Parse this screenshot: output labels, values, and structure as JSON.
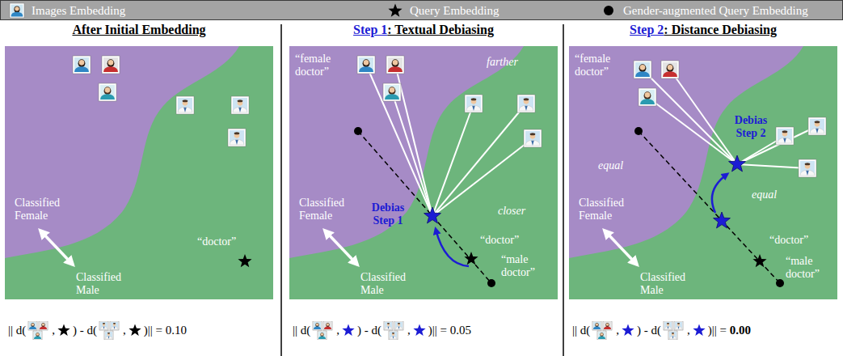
{
  "diagram": {
    "nodes": [
      {
        "text": [
          "After Initial Embedding",
          "Classified Female",
          "Classified Male",
          "“doctor”"
        ]
      },
      {
        "text": [
          "Step 1",
          ": Textual Debiasing",
          "“female doctor”",
          "farther",
          "Classified Female",
          "Debias Step 1",
          "closer",
          "“doctor”",
          "“male doctor”",
          "Classified Male"
        ]
      },
      {
        "text": [
          "Step 2",
          ": Distance Debiasing",
          "“female doctor”",
          "Debias Step 2",
          "equal",
          "Classified Female",
          "equal",
          "“doctor”",
          "“male doctor”",
          "Classified Male"
        ]
      }
    ],
    "labels": [
      "|| d(",
      ",",
      ") - d(",
      ",",
      ")|| = 0.10",
      "|| d(",
      ",",
      ") - d(",
      ",",
      ")|| = 0.05",
      "|| d(",
      ",",
      ") - d(",
      ",",
      ")|| = ",
      "0.00"
    ],
    "legend": [
      {
        "text": "Images Embedding"
      },
      {
        "text": "Query Embedding"
      },
      {
        "text": "Gender-augmented Query Embedding"
      }
    ]
  }
}
